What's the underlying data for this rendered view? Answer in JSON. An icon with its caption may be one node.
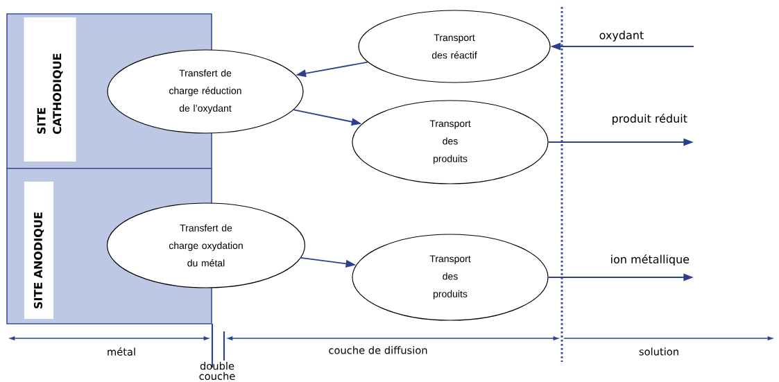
{
  "diagram": {
    "nodes": [
      {
        "text": [
          "SITE CATHODIQUE"
        ]
      },
      {
        "text": [
          "SITE ANODIQUE"
        ]
      },
      {
        "text": [
          "Transfert de charge réduction de l’oxydant"
        ]
      },
      {
        "text": [
          "Transport des réactif"
        ]
      },
      {
        "text": [
          "Transport des produits"
        ]
      },
      {
        "text": [
          "Transfert de charge oxydation du métal"
        ]
      },
      {
        "text": [
          "Transport des produits"
        ]
      }
    ],
    "edges": [
      {
        "from": 3,
        "to": 2,
        "arrow": "to"
      },
      {
        "from": 2,
        "to": 4,
        "arrow": "to"
      },
      {
        "from": 5,
        "to": 6,
        "arrow": "to"
      },
      {
        "from": null,
        "to": 3,
        "arrow": "to",
        "label": "oxydant"
      },
      {
        "from": 4,
        "to": null,
        "arrow": "to",
        "label": "produit réduit"
      },
      {
        "from": 6,
        "to": null,
        "arrow": "to",
        "label": "ion métallique"
      }
    ],
    "labels": [
      "métal",
      "double couche",
      "couche de diffusion",
      "solution"
    ]
  }
}
